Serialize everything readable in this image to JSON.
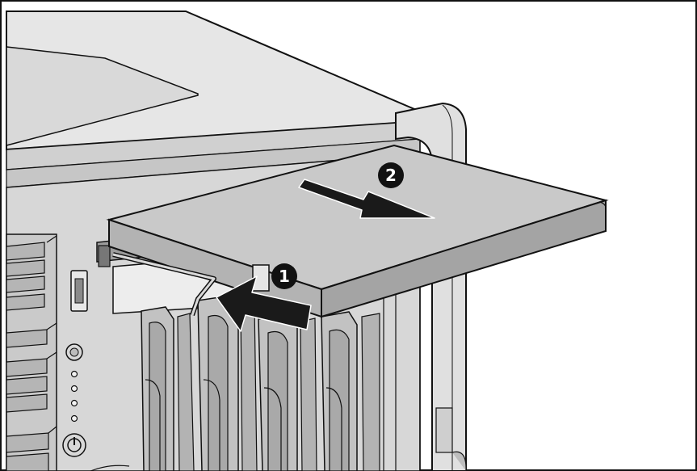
{
  "callouts": [
    {
      "id": "step-1",
      "label": "1"
    },
    {
      "id": "step-2",
      "label": "2"
    }
  ],
  "colors": {
    "frame": "#111111",
    "chassis_light": "#e4e4e4",
    "chassis_mid": "#c9c9c9",
    "chassis_dark": "#a8a8a8",
    "drive_tray": "#bdbdbd",
    "arrow": "#1a1a1a",
    "callout_bg": "#111111"
  },
  "icons": [
    "power-icon",
    "uid-button-icon",
    "usb-port-icon"
  ]
}
